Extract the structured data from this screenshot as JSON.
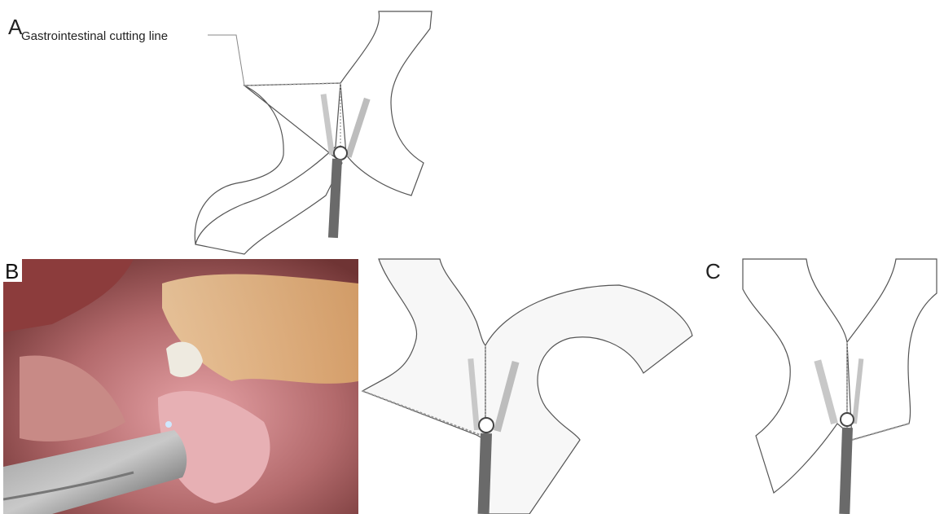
{
  "panels": {
    "a": {
      "letter": "A"
    },
    "b": {
      "letter": "B"
    },
    "c": {
      "letter": "C"
    }
  },
  "annotations": {
    "cutting_line": "Gastrointestinal cutting line"
  },
  "colors": {
    "outline": "#555555",
    "stapler_shaft": "#6a6a6a",
    "jaw_light": "#c8c8c8",
    "staple_line": "#9a9a9a"
  },
  "icons": [
    "stapler-icon",
    "laparoscopic-photo"
  ]
}
